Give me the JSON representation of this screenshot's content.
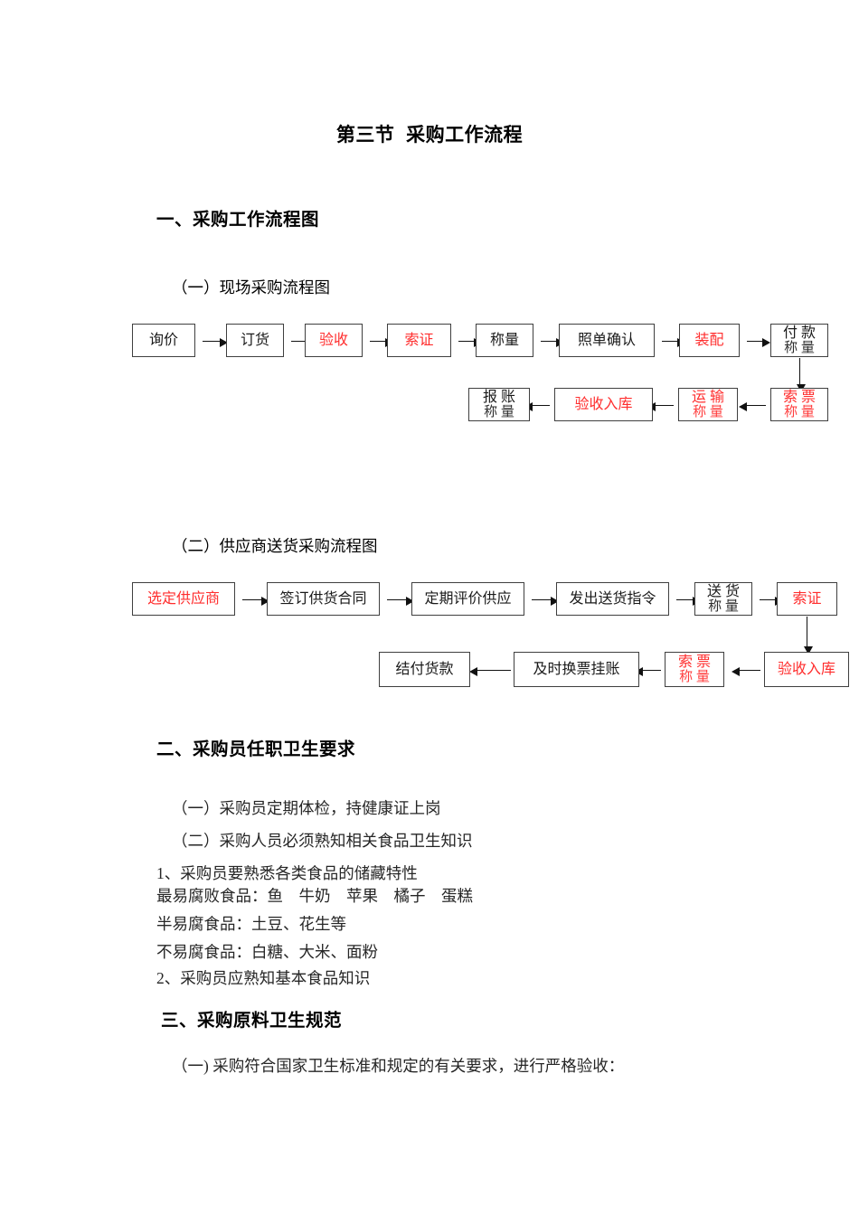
{
  "document": {
    "title": "第三节  采购工作流程",
    "section_one_heading": "一、采购工作流程图",
    "sub_heading_a": "（一）现场采购流程图",
    "sub_heading_b": "（二）供应商送货采购流程图",
    "section_two_heading": "二、采购员任职卫生要求",
    "section_three_heading": "三、采购原料卫生规范"
  },
  "flowchart_onsite": {
    "caption": "（一）现场采购流程图",
    "row1": [
      {
        "label": "询价",
        "sub": "",
        "color": "#1a1a1a"
      },
      {
        "label": "订货",
        "sub": "",
        "color": "#1a1a1a"
      },
      {
        "label": "验收",
        "sub": "",
        "color": "#ff2d2d"
      },
      {
        "label": "索证",
        "sub": "",
        "color": "#ff2d2d"
      },
      {
        "label": "称量",
        "sub": "",
        "color": "#1a1a1a"
      },
      {
        "label": "照单确认",
        "sub": "",
        "color": "#1a1a1a"
      },
      {
        "label": "装配",
        "sub": "",
        "color": "#ff2d2d"
      },
      {
        "label": "付 款",
        "sub": "称 量",
        "color": "#1a1a1a"
      }
    ],
    "row2": [
      {
        "label": "报 账",
        "sub": "称 量",
        "color": "#1a1a1a"
      },
      {
        "label": "验收入库",
        "sub": "",
        "color": "#ff2d2d"
      },
      {
        "label": "运 输",
        "sub": "称 量",
        "color": "#ff2d2d"
      },
      {
        "label": "索 票",
        "sub": "称 量",
        "color": "#ff2d2d"
      }
    ]
  },
  "flowchart_supplier": {
    "caption": "（二）供应商送货采购流程图",
    "row1": [
      {
        "label": "选定供应商",
        "sub": "",
        "color": "#ff2d2d"
      },
      {
        "label": "签订供货合同",
        "sub": "",
        "color": "#1a1a1a"
      },
      {
        "label": "定期评价供应",
        "sub": "",
        "color": "#1a1a1a"
      },
      {
        "label": "发出送货指令",
        "sub": "",
        "color": "#1a1a1a"
      },
      {
        "label": "送 货",
        "sub": "称 量",
        "color": "#1a1a1a"
      },
      {
        "label": "索证",
        "sub": "",
        "color": "#ff2d2d"
      }
    ],
    "row2": [
      {
        "label": "结付货款",
        "sub": "",
        "color": "#1a1a1a"
      },
      {
        "label": "及时换票挂账",
        "sub": "",
        "color": "#1a1a1a"
      },
      {
        "label": "索 票",
        "sub": "称 量",
        "color": "#ff2d2d"
      },
      {
        "label": "验收入库",
        "sub": "",
        "color": "#ff2d2d"
      }
    ]
  },
  "requirements": {
    "lines": [
      "（一）采购员定期体检，持健康证上岗",
      "（二）采购人员必须熟知相关食品卫生知识",
      "1、采购员要熟悉各类食品的储藏特性",
      "最易腐败食品：鱼    牛奶    苹果    橘子    蛋糕",
      "半易腐食品：土豆、花生等",
      "不易腐食品：白糖、大米、面粉",
      "2、采购员应熟知基本食品知识"
    ]
  },
  "hygiene": {
    "lines": [
      "（一) 采购符合国家卫生标准和规定的有关要求，进行严格验收："
    ]
  },
  "colors": {
    "text": "#1a1a1a",
    "accent_red": "#ff2d2d",
    "border": "#3f3f3f",
    "arrow": "#111111",
    "page_background": "#ffffff"
  }
}
